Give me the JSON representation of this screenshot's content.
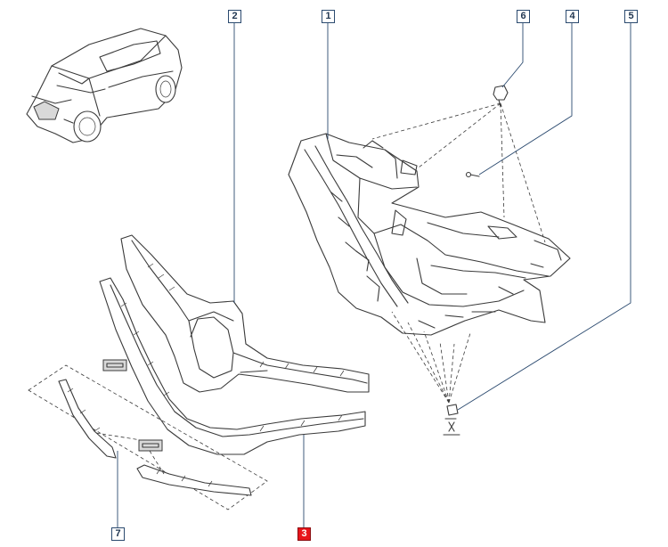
{
  "colors": {
    "line": "#3a3a3a",
    "leader": "#2b4a6f",
    "active": "#e8141b",
    "background": "#ffffff"
  },
  "callouts": {
    "c1": "1",
    "c2": "2",
    "c3": "3",
    "c4": "4",
    "c5": "5",
    "c6": "6",
    "c7": "7"
  },
  "active_callout": "3"
}
